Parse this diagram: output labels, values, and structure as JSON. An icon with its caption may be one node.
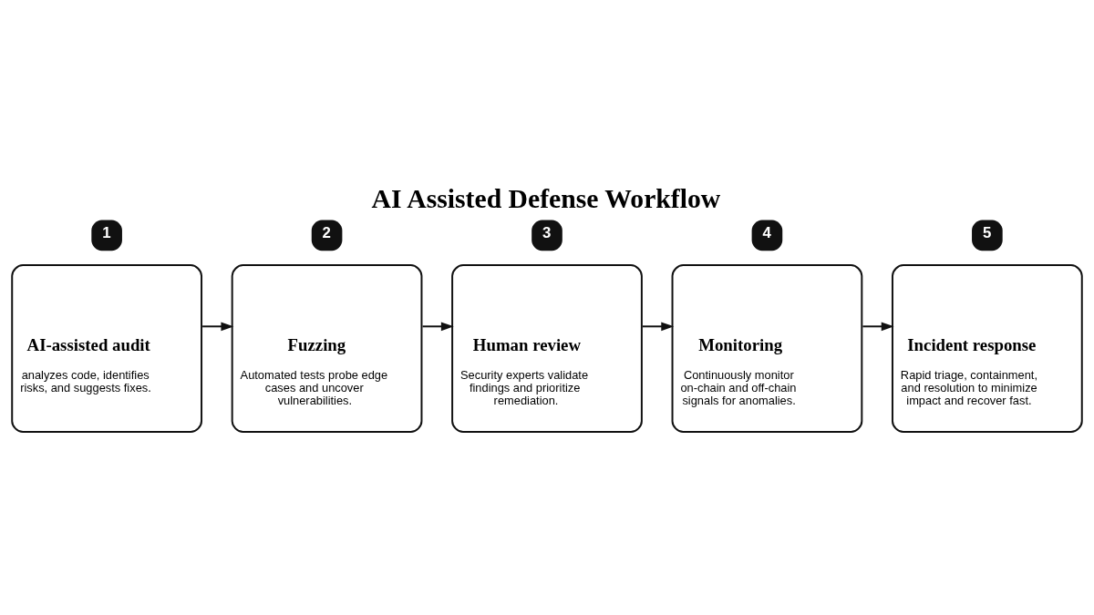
{
  "diagram": {
    "title": "AI Assisted Defense Workflow",
    "nodes": [
      {
        "text": [
          "AI-assisted audit",
          "analyzes code, identifies risks, and suggests fixes."
        ],
        "beside": [
          "1"
        ]
      },
      {
        "text": [
          "Fuzzing",
          "Automated tests probe edge cases and uncover vulnerabilities."
        ],
        "beside": [
          "2"
        ]
      },
      {
        "text": [
          "Human review",
          "Security experts validate findings and prioritize remediation."
        ],
        "beside": [
          "3"
        ]
      },
      {
        "text": [
          "Monitoring",
          "Continuously monitor on-chain and off-chain signals for anomalies."
        ],
        "beside": [
          "4"
        ]
      },
      {
        "text": [
          "Incident response",
          "Rapid triage, containment, and resolution to minimize impact and recover fast."
        ],
        "beside": [
          "5"
        ]
      }
    ],
    "edges": [
      {
        "from": 0,
        "to": 1,
        "arrow": "to"
      },
      {
        "from": 1,
        "to": 2,
        "arrow": "to"
      },
      {
        "from": 2,
        "to": 3,
        "arrow": "to"
      },
      {
        "from": 3,
        "to": 4,
        "arrow": "to"
      }
    ]
  }
}
